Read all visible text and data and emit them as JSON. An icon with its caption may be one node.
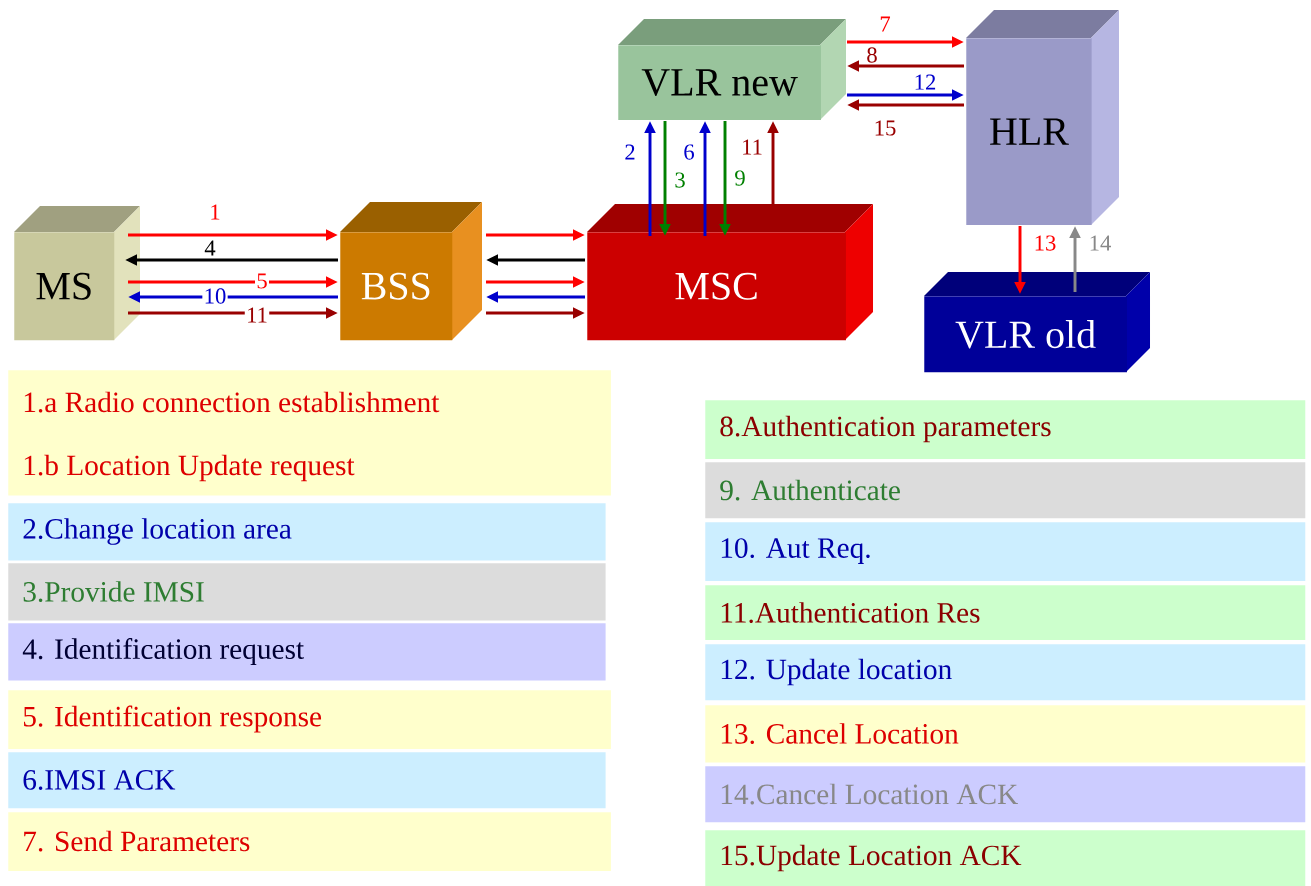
{
  "diagram": {
    "nodes": [
      {
        "text": [
          "MS"
        ]
      },
      {
        "text": [
          "BSS"
        ]
      },
      {
        "text": [
          "MSC"
        ]
      },
      {
        "text": [
          "VLR new"
        ]
      },
      {
        "text": [
          "HLR"
        ]
      },
      {
        "text": [
          "VLR old"
        ]
      },
      {
        "text": [
          "1.a Radio connection establishment",
          "1.b Location Update request"
        ]
      },
      {
        "text": [
          "2.Change location area"
        ]
      },
      {
        "text": [
          "3.Provide IMSI"
        ]
      },
      {
        "text": [
          "4. Identification request"
        ]
      },
      {
        "text": [
          "5. Identification response"
        ]
      },
      {
        "text": [
          "6.IMSI ACK"
        ]
      },
      {
        "text": [
          "7. Send Parameters"
        ]
      },
      {
        "text": [
          "8.Authentication parameters"
        ]
      },
      {
        "text": [
          "9. Authenticate"
        ]
      },
      {
        "text": [
          "10. Aut Req."
        ]
      },
      {
        "text": [
          "11.Authentication Res"
        ]
      },
      {
        "text": [
          "12. Update location"
        ]
      },
      {
        "text": [
          "13. Cancel Location"
        ]
      },
      {
        "text": [
          "14.Cancel Location ACK"
        ]
      },
      {
        "text": [
          "15.Update Location ACK"
        ]
      }
    ],
    "edges": [
      {
        "from": 0,
        "to": 1,
        "arrow": "to",
        "label": "1"
      },
      {
        "from": 1,
        "to": 0,
        "arrow": "to",
        "label": "4",
        "color": "#000000"
      },
      {
        "from": 0,
        "to": 1,
        "arrow": "to",
        "label": "5"
      },
      {
        "from": 1,
        "to": 0,
        "arrow": "to",
        "label": "10",
        "color": "#0000cc"
      },
      {
        "from": 0,
        "to": 1,
        "arrow": "to",
        "label": "11",
        "color": "#990000"
      },
      {
        "from": 1,
        "to": 2,
        "arrow": "to"
      },
      {
        "from": 2,
        "to": 1,
        "arrow": "to",
        "color": "#000000"
      },
      {
        "from": 1,
        "to": 2,
        "arrow": "to"
      },
      {
        "from": 2,
        "to": 1,
        "arrow": "to",
        "color": "#0000cc"
      },
      {
        "from": 1,
        "to": 2,
        "arrow": "to",
        "color": "#990000"
      },
      {
        "from": 2,
        "to": 3,
        "arrow": "to",
        "label": "2",
        "color": "#0000cc"
      },
      {
        "from": 3,
        "to": 2,
        "arrow": "to",
        "label": "3",
        "color": "#008000"
      },
      {
        "from": 2,
        "to": 3,
        "arrow": "to",
        "label": "6",
        "color": "#0000cc"
      },
      {
        "from": 3,
        "to": 2,
        "arrow": "to",
        "label": "9",
        "color": "#008000"
      },
      {
        "from": 2,
        "to": 3,
        "arrow": "to",
        "label": "11",
        "color": "#990000"
      },
      {
        "from": 3,
        "to": 4,
        "arrow": "to",
        "label": "7"
      },
      {
        "from": 4,
        "to": 3,
        "arrow": "to",
        "label": "8",
        "color": "#990000"
      },
      {
        "from": 3,
        "to": 4,
        "arrow": "to",
        "label": "12",
        "color": "#0000cc"
      },
      {
        "from": 4,
        "to": 3,
        "arrow": "to",
        "label": "15",
        "color": "#990000"
      },
      {
        "from": 4,
        "to": 5,
        "arrow": "to",
        "label": "13"
      },
      {
        "from": 5,
        "to": 4,
        "arrow": "to",
        "label": "14",
        "color": "#888888"
      }
    ]
  }
}
